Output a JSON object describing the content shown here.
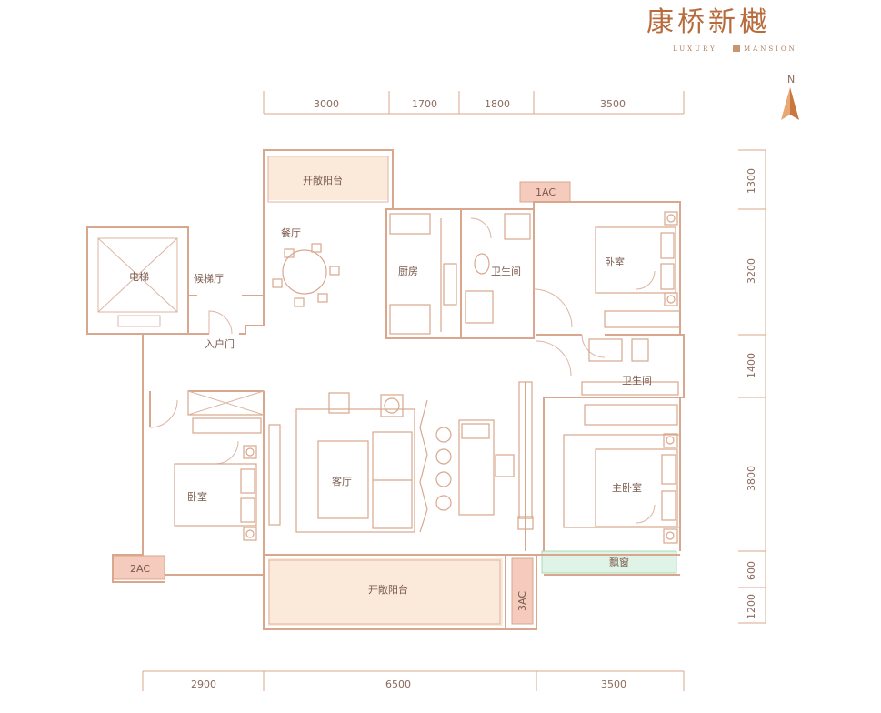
{
  "brand": {
    "title": "康桥新樾",
    "subtitle_left": "LUXURY",
    "subtitle_right": "MANSION"
  },
  "compass": {
    "label": "N"
  },
  "dimensions": {
    "top": [
      "3000",
      "1700",
      "1800",
      "3500"
    ],
    "bottom": [
      "2900",
      "6500",
      "3500"
    ],
    "right": [
      "1300",
      "3200",
      "1400",
      "3800",
      "600",
      "1200"
    ]
  },
  "rooms": {
    "balcony_top": "开敞阳台",
    "dining": "餐厅",
    "elevator": "电梯",
    "elevator_lobby": "候梯厅",
    "entrance": "入户门",
    "kitchen": "厨房",
    "bath_1": "卫生间",
    "bedroom_ne": "卧室",
    "bath_2": "卫生间",
    "living": "客厅",
    "bedroom_sw": "卧室",
    "master_bedroom": "主卧室",
    "bay_window": "飘窗",
    "balcony_bottom": "开敞阳台",
    "ac_1": "1AC",
    "ac_2": "2AC",
    "ac_3": "3AC"
  },
  "colors": {
    "wall": "#d8a78e",
    "balcony_fill": "#fbe9da",
    "ac_fill": "#f5cbbd",
    "bay_window_fill": "#dff3e6",
    "title": "#b86b3c"
  }
}
